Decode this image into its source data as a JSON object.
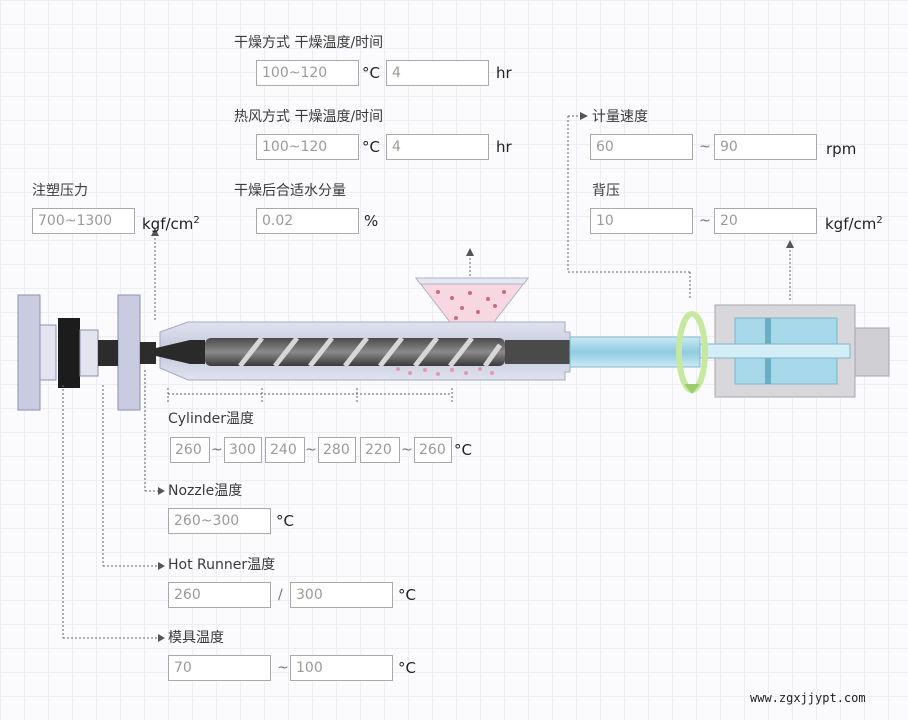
{
  "drying": {
    "label": "干燥方式 干燥温度/时间",
    "temp": "100~120",
    "temp_unit": "°C",
    "time": "4",
    "time_unit": "hr"
  },
  "hot_air": {
    "label": "热风方式 干燥温度/时间",
    "temp": "100~120",
    "temp_unit": "°C",
    "time": "4",
    "time_unit": "hr"
  },
  "moisture": {
    "label": "干燥后合适水分量",
    "value": "0.02",
    "unit": "%"
  },
  "injection_pressure": {
    "label": "注塑压力",
    "value": "700~1300",
    "unit": "kgf/cm",
    "unit_sup": "2"
  },
  "metering_speed": {
    "label": "计量速度",
    "min": "60",
    "sep": "~",
    "max": "90",
    "unit": "rpm"
  },
  "back_pressure": {
    "label": "背压",
    "min": "10",
    "sep": "~",
    "max": "20",
    "unit": "kgf/cm",
    "unit_sup": "2"
  },
  "cylinder": {
    "label": "Cylinder温度",
    "values": [
      "260",
      "300",
      "240",
      "280",
      "220",
      "260"
    ],
    "sep": "~",
    "unit": "°C"
  },
  "nozzle": {
    "label": "Nozzle温度",
    "value": "260~300",
    "unit": "°C"
  },
  "hot_runner": {
    "label": "Hot Runner温度",
    "min": "260",
    "sep": "/",
    "max": "300",
    "unit": "°C"
  },
  "mold": {
    "label": "模具温度",
    "min": "70",
    "sep": "~",
    "max": "100",
    "unit": "°C"
  },
  "watermark": "www.zgxjjypt.com",
  "colors": {
    "barrel": "#c7cce0",
    "hopper_pellets": "#f3c6d2",
    "piston": "#9fd4e6",
    "arrow": "#c6e8a0",
    "mold": "#c5c8e0"
  }
}
